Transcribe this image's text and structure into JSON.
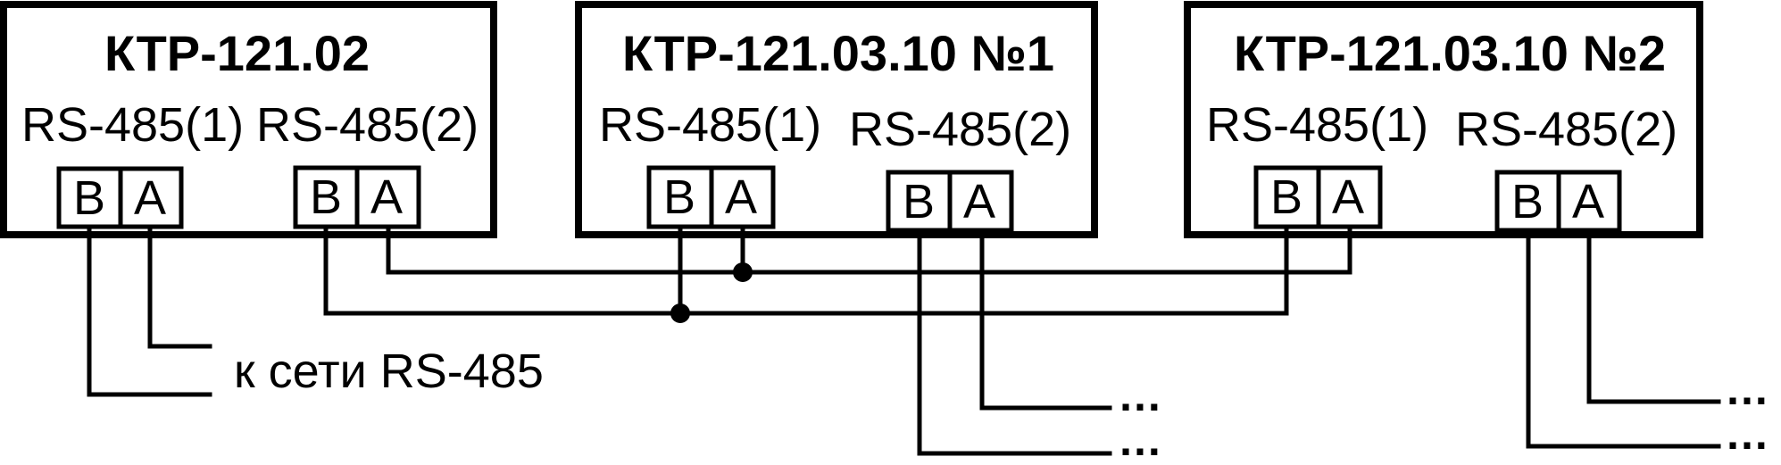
{
  "devices": [
    {
      "title": "КТР-121.02",
      "port1": "RS-485(1)",
      "port2": "RS-485(2)"
    },
    {
      "title": "КТР-121.03.10 №1",
      "port1": "RS-485(1)",
      "port2": "RS-485(2)"
    },
    {
      "title": "КТР-121.03.10 №2",
      "port1": "RS-485(1)",
      "port2": "RS-485(2)"
    }
  ],
  "pins": {
    "b": "B",
    "a": "A"
  },
  "network_label": "к сети RS-485",
  "continuation": "…"
}
